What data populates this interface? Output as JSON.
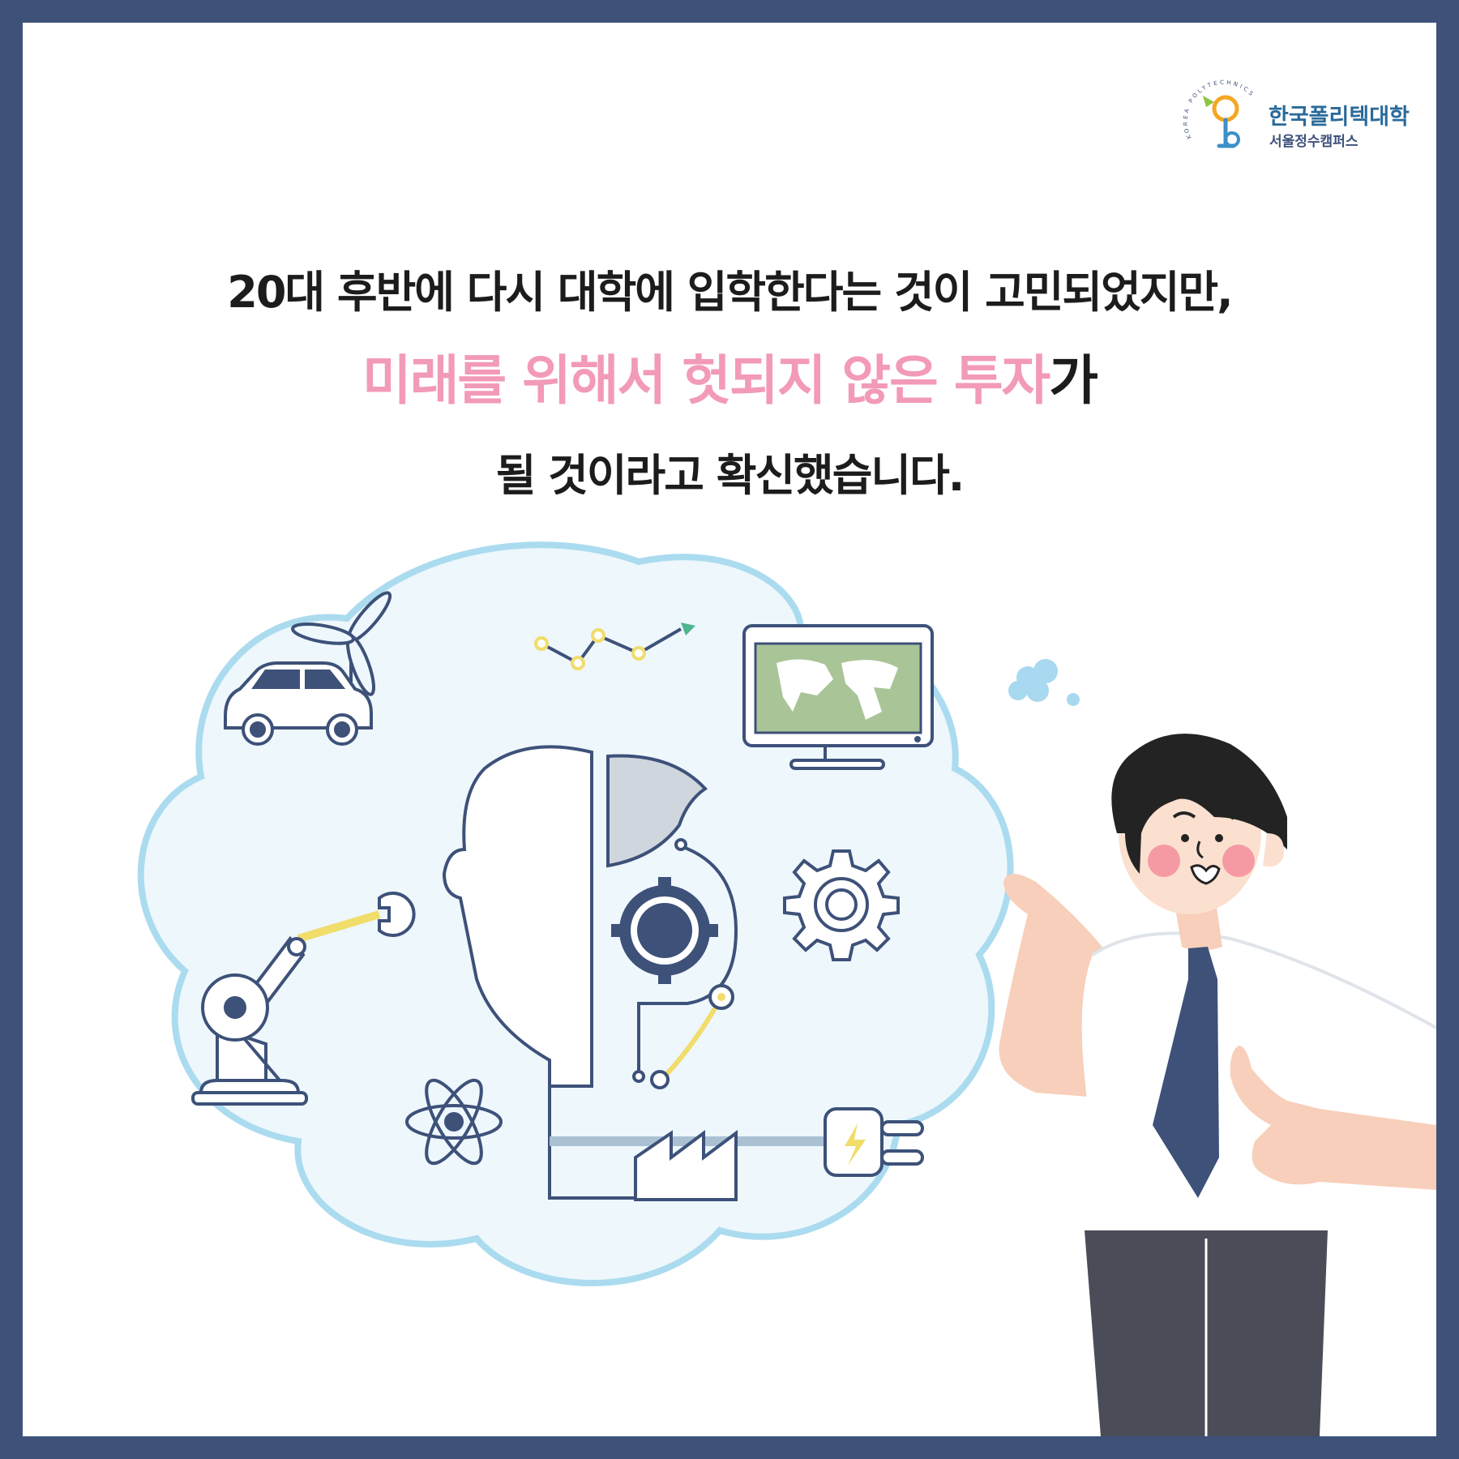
{
  "logo": {
    "title": "한국폴리텍대학",
    "subtitle": "서울정수캠퍼스",
    "ring_text": "KOREA POLYTECHNICS",
    "icon": "polytechnics-emblem-icon"
  },
  "headline": {
    "line1": "20대 후반에 다시 대학에 입학한다는 것이 고민되었지만,",
    "line2_highlight": "미래를 위해서 헛되지 않은 투자",
    "line2_rest": "가",
    "line3": "될 것이라고 확신했습니다."
  },
  "colors": {
    "frame": "#3d5179",
    "highlight": "#f29ab8",
    "cloud_fill": "#eef7fc",
    "cloud_stroke": "#abdbef",
    "line": "#3d5179",
    "accent_yellow": "#f0dd6a"
  },
  "illustration": {
    "icons": [
      "robot-head-icon",
      "car-icon",
      "wind-turbine-icon",
      "growth-chart-icon",
      "monitor-world-map-icon",
      "gear-icon",
      "robot-arm-icon",
      "atom-icon",
      "factory-icon",
      "power-plug-icon",
      "thought-bubble-icon",
      "businessman-thumbs-up-icon"
    ]
  }
}
